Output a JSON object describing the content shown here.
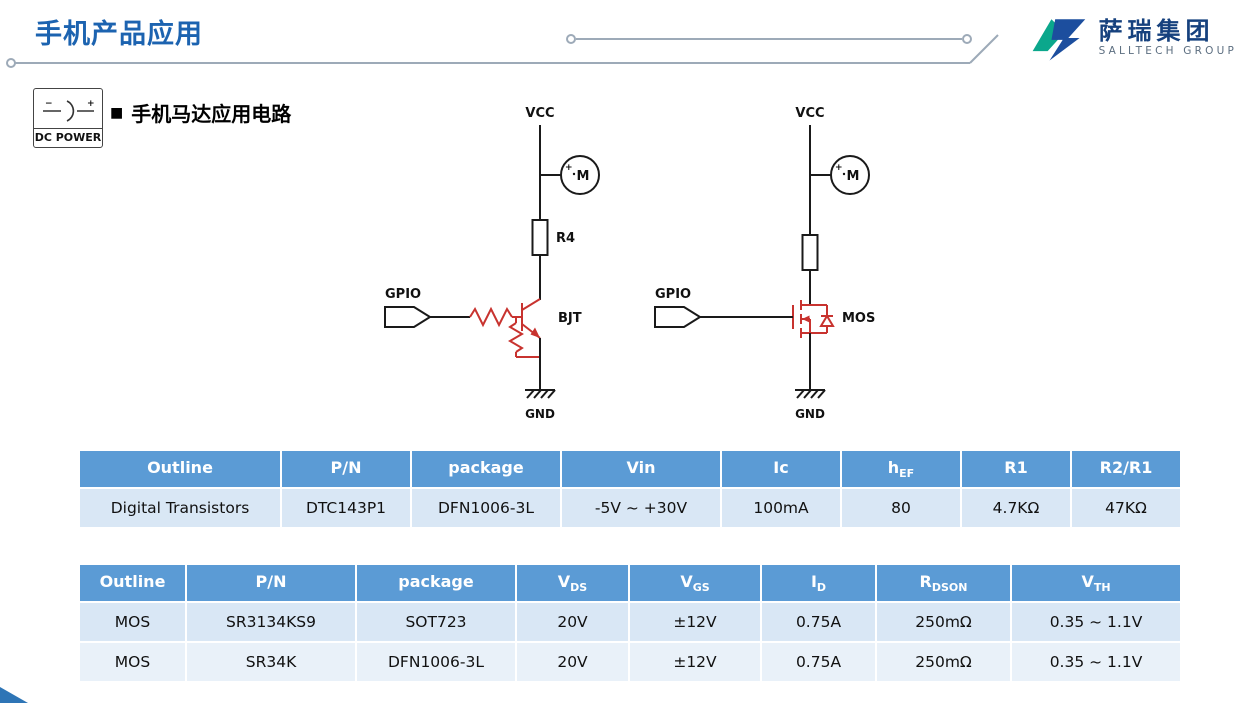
{
  "slide": {
    "title": "手机产品应用",
    "bullet": "■",
    "subtitle": "手机马达应用电路"
  },
  "logo": {
    "name_cn": "萨瑞集团",
    "name_en": "SALLTECH GROUP",
    "teal_color": "#0BA78C",
    "blue_color": "#1C4E9E"
  },
  "dc_power": {
    "label": "DC POWER",
    "minus": "−",
    "plus": "+"
  },
  "circuits": {
    "left": {
      "vcc": "VCC",
      "motor": "M",
      "motor_plus": "+",
      "resistor": "R4",
      "transistor": "BJT",
      "input": "GPIO",
      "gnd": "GND"
    },
    "right": {
      "vcc": "VCC",
      "motor": "M",
      "motor_plus": "+",
      "transistor": "MOS",
      "input": "GPIO",
      "gnd": "GND"
    }
  },
  "table1": {
    "headers": [
      {
        "text": "Outline",
        "sub": ""
      },
      {
        "text": "P/N",
        "sub": ""
      },
      {
        "text": "package",
        "sub": ""
      },
      {
        "text": "Vin",
        "sub": ""
      },
      {
        "text": "Ic",
        "sub": ""
      },
      {
        "text": "h",
        "sub": "EF"
      },
      {
        "text": "R1",
        "sub": ""
      },
      {
        "text": "R2/R1",
        "sub": ""
      }
    ],
    "rows": [
      [
        "Digital Transistors",
        "DTC143P1",
        "DFN1006-3L",
        "-5V ~ +30V",
        "100mA",
        "80",
        "4.7KΩ",
        "47KΩ"
      ]
    ]
  },
  "table2": {
    "headers": [
      {
        "text": "Outline",
        "sub": ""
      },
      {
        "text": "P/N",
        "sub": ""
      },
      {
        "text": "package",
        "sub": ""
      },
      {
        "text": "V",
        "sub": "DS"
      },
      {
        "text": "V",
        "sub": "GS"
      },
      {
        "text": "I",
        "sub": "D"
      },
      {
        "text": "R",
        "sub": "DSON"
      },
      {
        "text": "V",
        "sub": "TH"
      }
    ],
    "rows": [
      [
        "MOS",
        "SR3134KS9",
        "SOT723",
        "20V",
        "±12V",
        "0.75A",
        "250mΩ",
        "0.35 ~ 1.1V"
      ],
      [
        "MOS",
        "SR34K",
        "DFN1006-3L",
        "20V",
        "±12V",
        "0.75A",
        "250mΩ",
        "0.35 ~ 1.1V"
      ]
    ]
  },
  "colors": {
    "title_blue": "#1C63B0",
    "table_header_bg": "#5B9BD5",
    "table_row_bg": "#D9E7F5",
    "table_row_alt_bg": "#E9F1F9",
    "device_red": "#C8332F",
    "wire_black": "#1a1a1a",
    "deco_gray": "#9DAAB8"
  }
}
